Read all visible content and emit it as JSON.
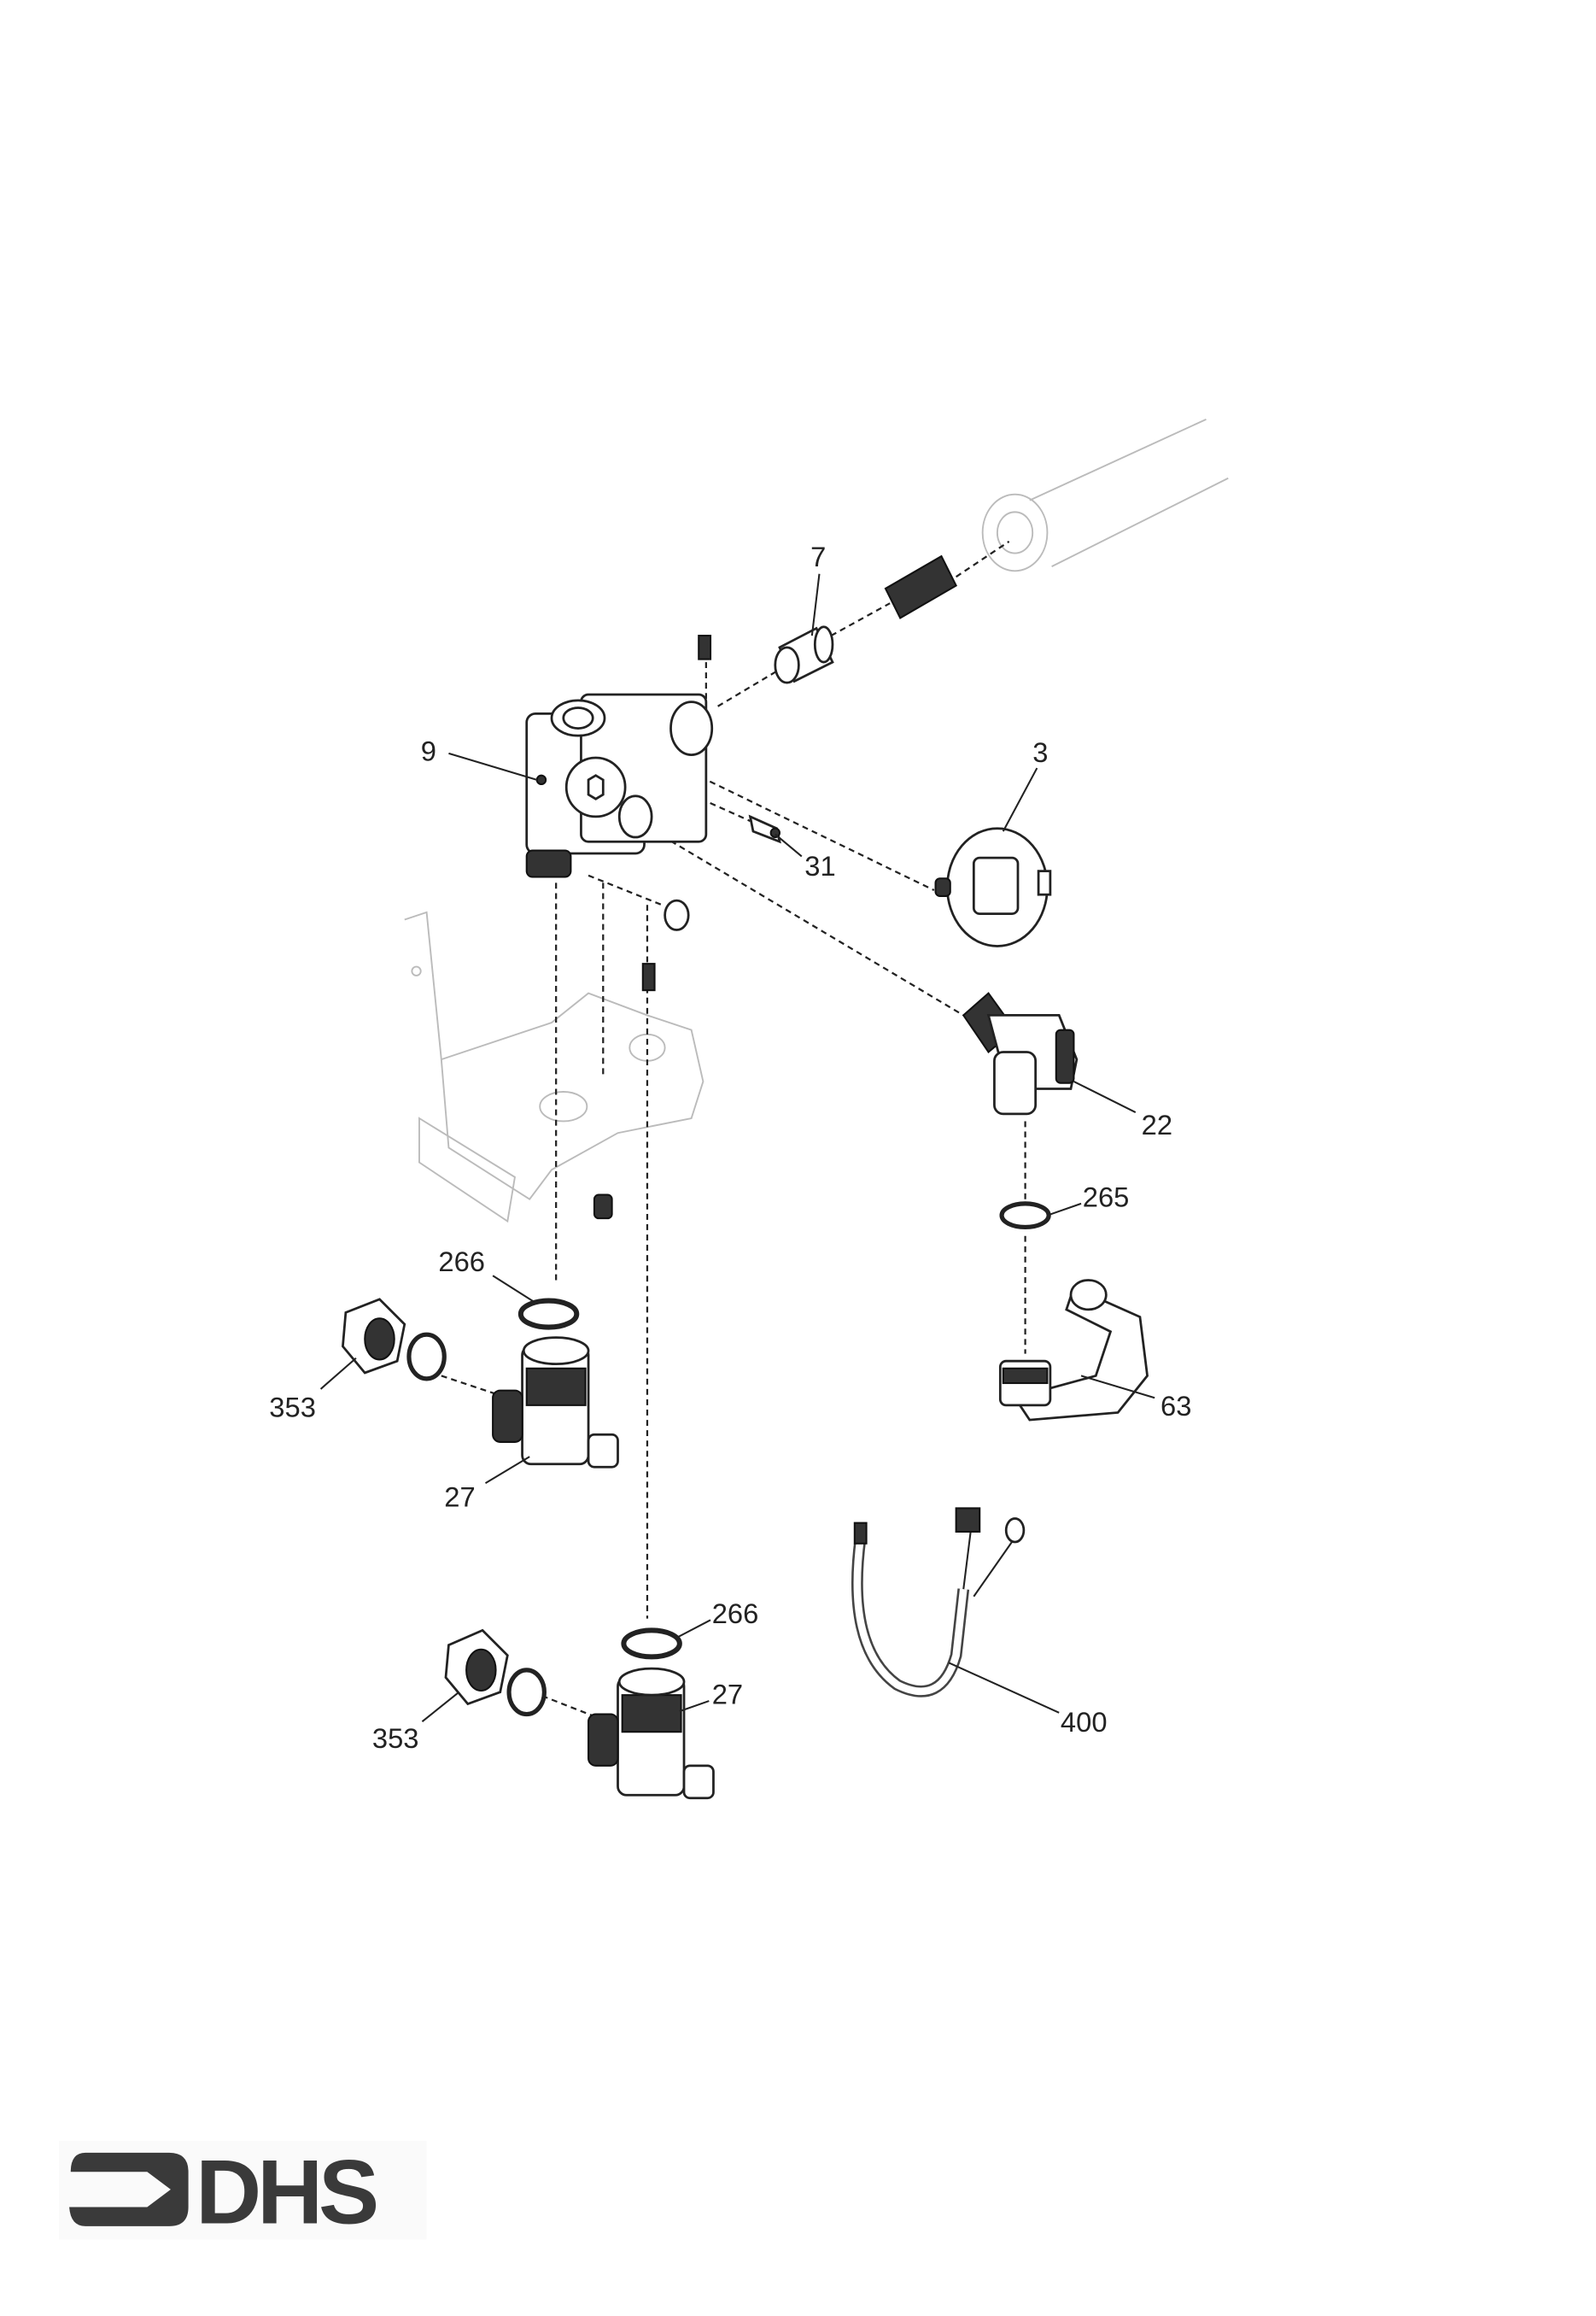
{
  "diagram": {
    "callouts": {
      "c7": "7",
      "c9": "9",
      "c3": "3",
      "c31": "31",
      "c22": "22",
      "c265": "265",
      "c266a": "266",
      "c353a": "353",
      "c63": "63",
      "c27a": "27",
      "c266b": "266",
      "c27b": "27",
      "c400": "400",
      "c353b": "353"
    }
  },
  "logo": {
    "text": "DHS"
  },
  "colors": {
    "ink": "#222222",
    "logo": "#3a3a3a",
    "background": "#ffffff"
  }
}
